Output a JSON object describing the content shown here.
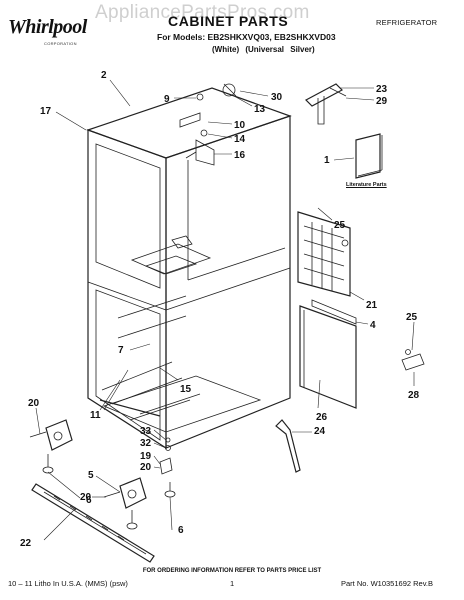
{
  "brand": {
    "logo": "Whirlpool",
    "logo_sub": "CORPORATION"
  },
  "watermark": "AppliancePartsPros.com",
  "header": {
    "title": "CABINET PARTS",
    "models": "For Models: EB2SHKXVQ03, EB2SHKXVD03",
    "colors": "(White) (Universal Silver)",
    "appliance": "REFRIGERATOR"
  },
  "literature_label": "Literature Parts",
  "callouts": {
    "c2": "2",
    "c17": "17",
    "c9": "9",
    "c13": "13",
    "c30": "30",
    "c10": "10",
    "c14": "14",
    "c16": "16",
    "c23": "23",
    "c29": "29",
    "c1": "1",
    "c25a": "25",
    "c21": "21",
    "c4": "4",
    "c25b": "25",
    "c28": "28",
    "c7": "7",
    "c15": "15",
    "c11": "11",
    "c26": "26",
    "c20a": "20",
    "c24": "24",
    "c33": "33",
    "c32": "32",
    "c19": "19",
    "c20b": "20",
    "c5": "5",
    "c20c": "20",
    "c6a": "6",
    "c6b": "6",
    "c22": "22"
  },
  "footer": {
    "note": "FOR ORDERING INFORMATION REFER TO PARTS PRICE LIST",
    "left": "10 – 11 Litho In U.S.A. (MMS) (psw)",
    "page": "1",
    "right": "Part No. W10351692 Rev.B"
  }
}
